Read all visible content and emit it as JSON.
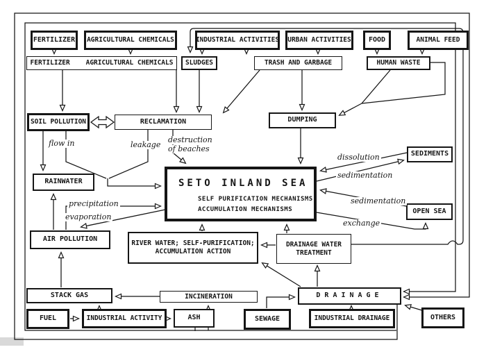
{
  "colors": {
    "ink": "#151515",
    "paper": "#ffffff"
  },
  "boxes": {
    "fertilizer": "FERTILIZER",
    "agricultural_chemicals": "AGRICULTURAL CHEMICALS",
    "fertilizer_agchem": "FERTILIZER    AGRICULTURAL CHEMICALS",
    "industrial_activities": "INDUSTRIAL ACTIVITIES",
    "urban_activities": "URBAN ACTIVITIES",
    "sludges": "SLUDGES",
    "trash_and_garbage": "TRASH AND GARBAGE",
    "food": "FOOD",
    "animal_feed": "ANIMAL FEED",
    "human_waste": "HUMAN WASTE",
    "soil_pollution": "SOIL POLLUTION",
    "reclamation": "RECLAMATION",
    "dumping": "DUMPING",
    "rainwater": "RAINWATER",
    "sediments": "SEDIMENTS",
    "open_sea": "OPEN SEA",
    "air_pollution": "AIR POLLUTION",
    "river_water_line1": "RIVER WATER; SELF-PURIFICATION;",
    "river_water_line2": "ACCUMULATION ACTION",
    "drainage_water_line1": "DRAINAGE WATER",
    "drainage_water_line2": "TREATMENT",
    "stack_gas": "STACK GAS",
    "incineration": "INCINERATION",
    "fuel": "FUEL",
    "industrial_activity": "INDUSTRIAL ACTIVITY",
    "ash": "ASH",
    "sewage": "SEWAGE",
    "drainage": "DRAINAGE",
    "industrial_drainage": "INDUSTRIAL DRAINAGE",
    "others": "OTHERS"
  },
  "sea": {
    "title": "SETO INLAND SEA",
    "mechanism1": "SELF PURIFICATION MECHANISMS",
    "mechanism2": "ACCUMULATION MECHANISMS"
  },
  "flow_labels": {
    "flow_in": "flow in",
    "leakage": "leakage",
    "destruction1": "destruction",
    "destruction2": "of beaches",
    "dissolution": "dissolution",
    "sedimentation_upper": "sedimentation",
    "sedimentation_lower": "sedimentation",
    "exchange": "exchange",
    "precipitation": "precipitation",
    "evaporation": "evaporation"
  }
}
